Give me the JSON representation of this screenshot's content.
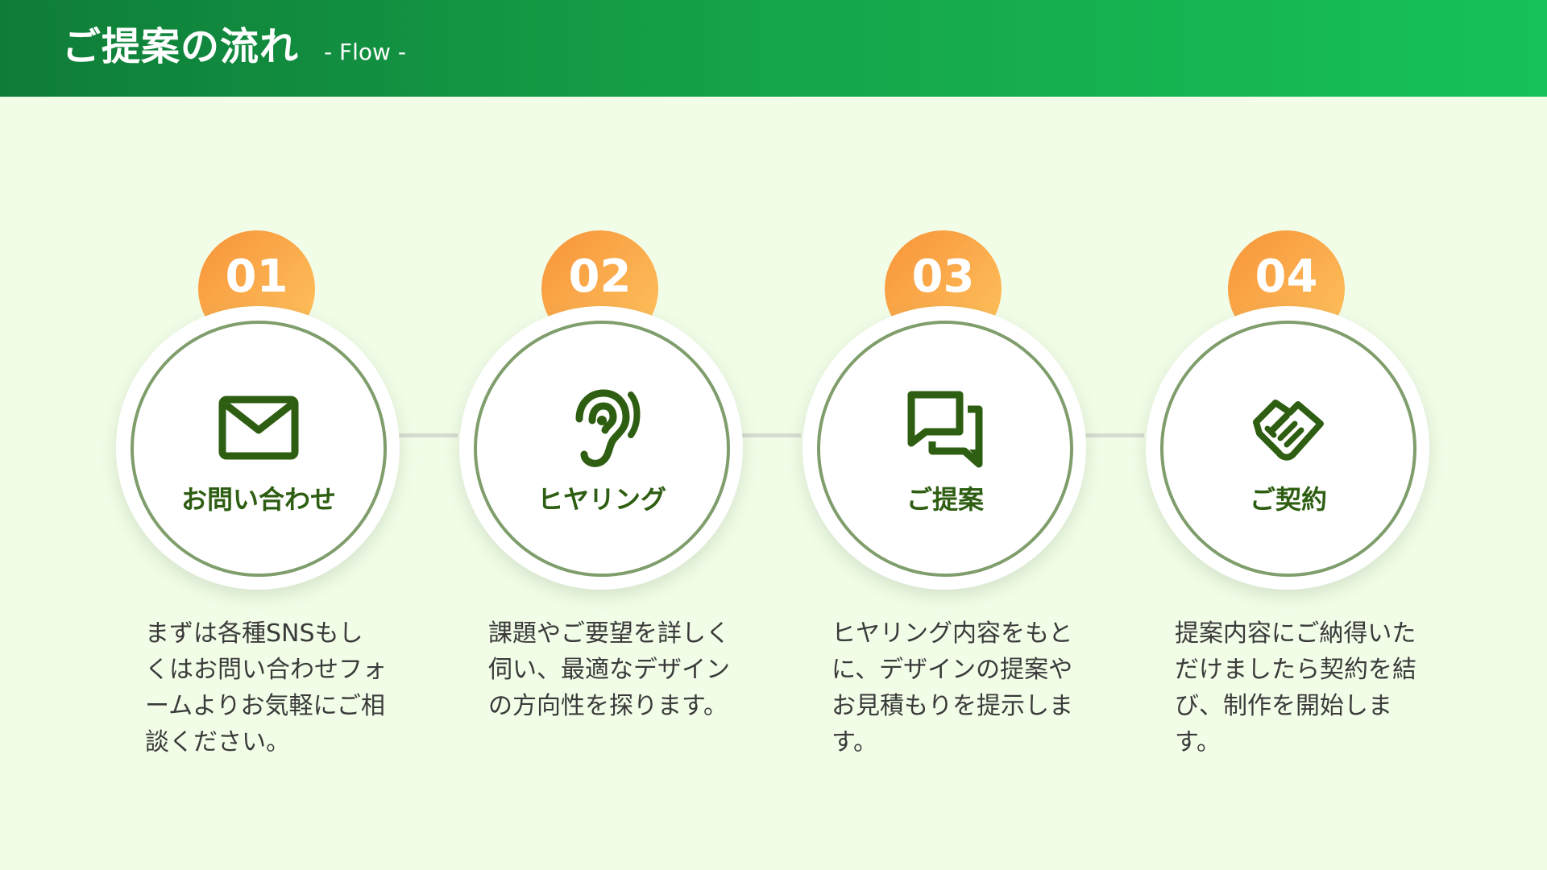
{
  "header": {
    "title": "ご提案の流れ",
    "subtitle": "- Flow -"
  },
  "colors": {
    "header_start": "#0f7d38",
    "header_end": "#17c258",
    "badge_start": "#f7943a",
    "badge_end": "#ffc45e",
    "ring": "#7f9e6c",
    "label": "#2e5e12",
    "background": "#f2fde8"
  },
  "steps": [
    {
      "number": "01",
      "icon": "mail-icon",
      "label": "お問い合わせ",
      "description": "まずは各種SNSもしくはお問い合わせフォームよりお気軽にご相談ください。"
    },
    {
      "number": "02",
      "icon": "ear-icon",
      "label": "ヒヤリング",
      "description": "課題やご要望を詳しく伺い、最適なデザインの方向性を探ります。"
    },
    {
      "number": "03",
      "icon": "chat-icon",
      "label": "ご提案",
      "description": "ヒヤリング内容をもとに、デザインの提案やお見積もりを提示します。"
    },
    {
      "number": "04",
      "icon": "handshake-icon",
      "label": "ご契約",
      "description": "提案内容にご納得いただけましたら契約を結び、制作を開始します。"
    }
  ]
}
